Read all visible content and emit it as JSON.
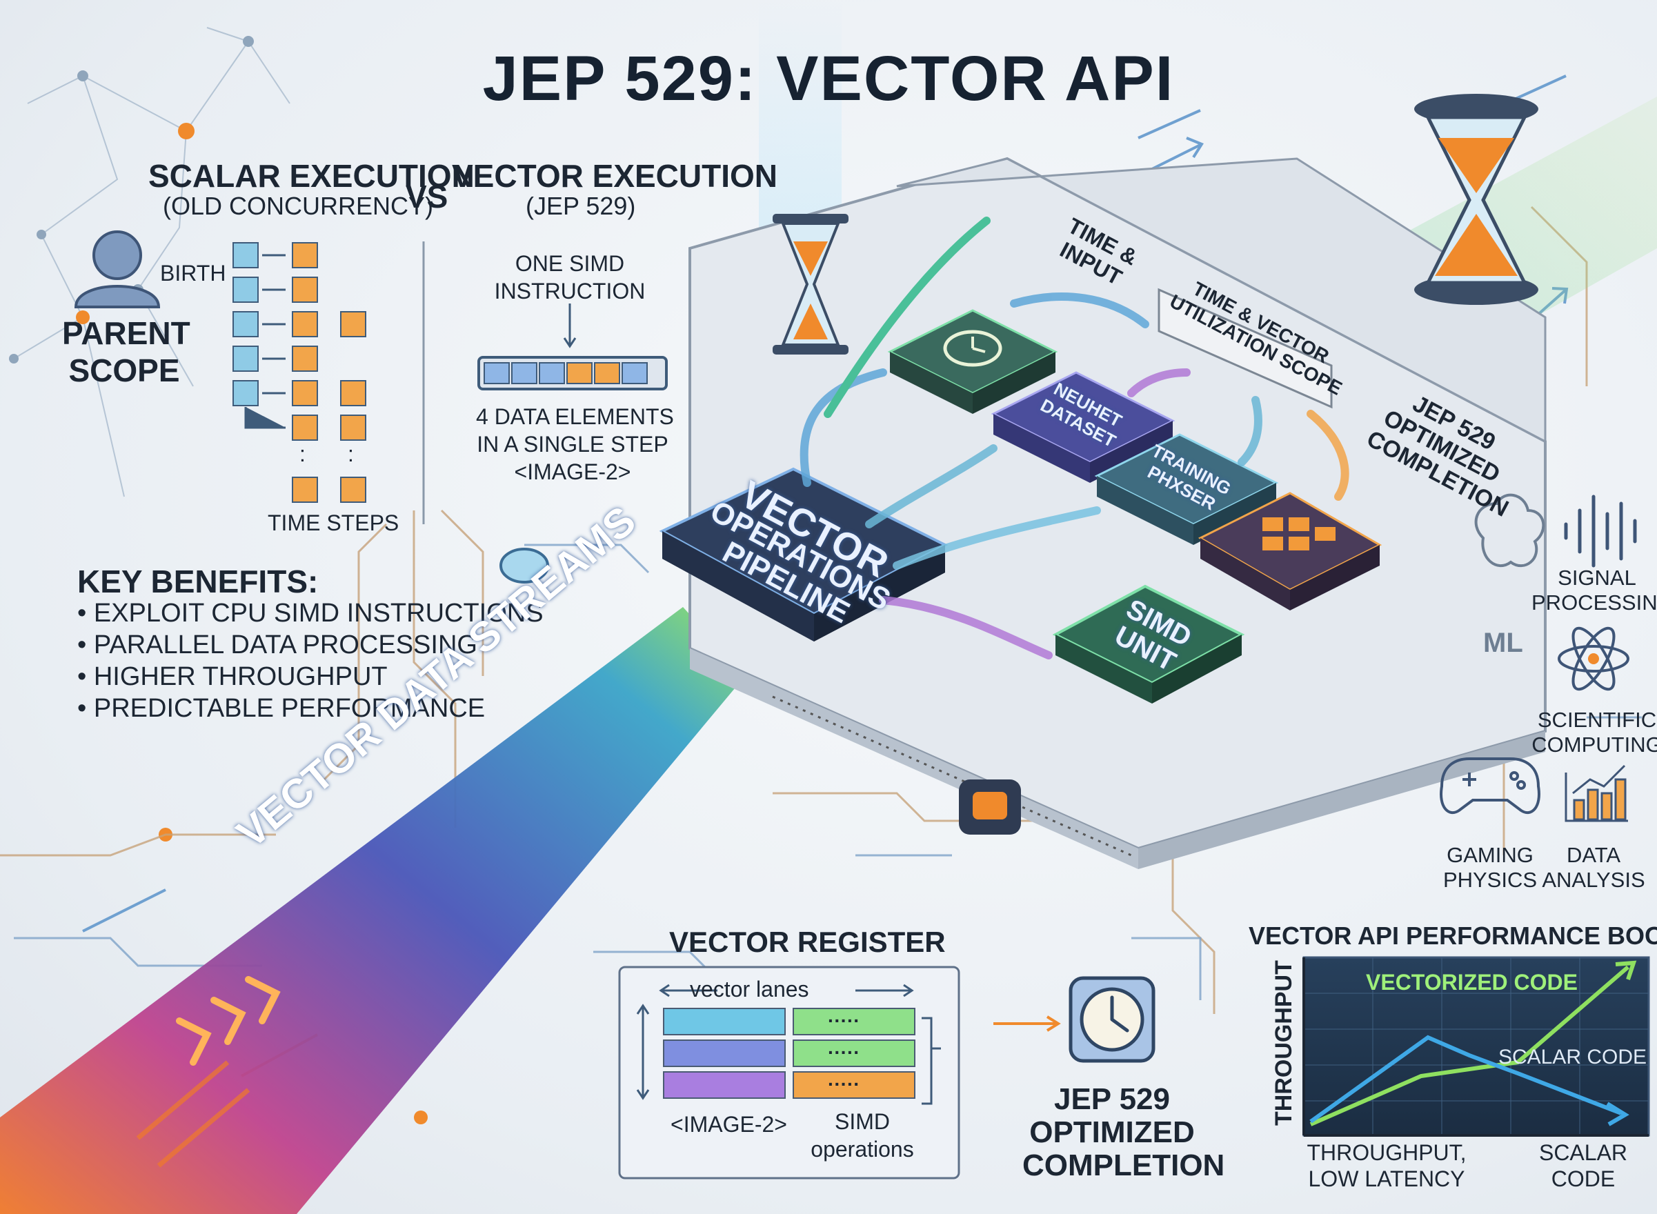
{
  "title": "JEP 529: VECTOR API",
  "comparison": {
    "scalar_title": "SCALAR EXECUTION",
    "scalar_sub": "(OLD CONCURRENCY)",
    "vs": "VS",
    "vector_title": "VECTOR EXECUTION",
    "vector_sub": "(JEP 529)",
    "birth": "BIRTH",
    "parent_scope": [
      "PARENT",
      "SCOPE"
    ],
    "ellipsis": ":",
    "time_steps": "TIME STEPS",
    "one_simd": [
      "ONE SIMD",
      "INSTRUCTION"
    ],
    "data_elements": [
      "4 DATA ELEMENTS",
      "IN A SINGLE STEP",
      "<IMAGE-2>"
    ]
  },
  "benefits": {
    "title": "KEY BENEFITS:",
    "items": [
      "• EXPLOIT CPU SIMD INSTRUCTIONS",
      "• PARALLEL DATA PROCESSING",
      "• HIGHER THROUGHPUT",
      "• PREDICTABLE PERFORMANCE"
    ]
  },
  "diagram": {
    "stream_label": "VECTOR DATA STREAMS",
    "pipeline_chip": [
      "VECTOR",
      "OPERATIONS",
      "PIPELINE"
    ],
    "time_input": [
      "TIME &",
      "INPUT"
    ],
    "time_vector_scope": [
      "TIME & VECTOR",
      "UTILIZATION SCOPE"
    ],
    "dataset_chip": [
      "NEUHET",
      "DATASET"
    ],
    "training_chip": [
      "TRAINING",
      "PHXSER"
    ],
    "simd_chip": [
      "SIMD",
      "UNIT"
    ],
    "optimized_side": [
      "JEP 529",
      "OPTIMIZED",
      "COMPLETION"
    ],
    "ml_label": "ML"
  },
  "applications": [
    {
      "label": [
        "SIGNAL",
        "PROCESSING"
      ],
      "icon": "waveform-icon"
    },
    {
      "label": [
        "SCIENTIFIC",
        "COMPUTING"
      ],
      "icon": "atom-icon"
    },
    {
      "label": [
        "GAMING",
        "PHYSICS"
      ],
      "icon": "gamepad-icon"
    },
    {
      "label": [
        "DATA",
        "ANALYSIS"
      ],
      "icon": "bar-chart-icon"
    }
  ],
  "register": {
    "title": "VECTOR REGISTER",
    "lanes": "vector lanes",
    "dots": "·····",
    "left_caption": "<IMAGE-2>",
    "right_caption": [
      "SIMD",
      "operations"
    ],
    "lane_colors_left": [
      "#6fc7e6",
      "#7f8fe0",
      "#a97ee0"
    ],
    "lane_colors_right": [
      "#8fe08a",
      "#8fe08a",
      "#f2a54a"
    ]
  },
  "completion": [
    "JEP 529",
    "OPTIMIZED",
    "COMPLETION"
  ],
  "performance": {
    "title": "VECTOR API PERFORMANCE BOOST",
    "vectorized_label": "VECTORIZED CODE",
    "scalar_label": "SCALAR CODE",
    "ylabel": "THROUGHPUT",
    "x_left": [
      "THROUGHPUT,",
      "LOW LATENCY"
    ],
    "x_right": [
      "SCALAR",
      "CODE"
    ]
  },
  "colors": {
    "title": "#162231",
    "accent_orange": "#f08a2c",
    "accent_blue": "#3b8fd6",
    "accent_green": "#7de05a",
    "chip_dark": "#2d3b55"
  }
}
